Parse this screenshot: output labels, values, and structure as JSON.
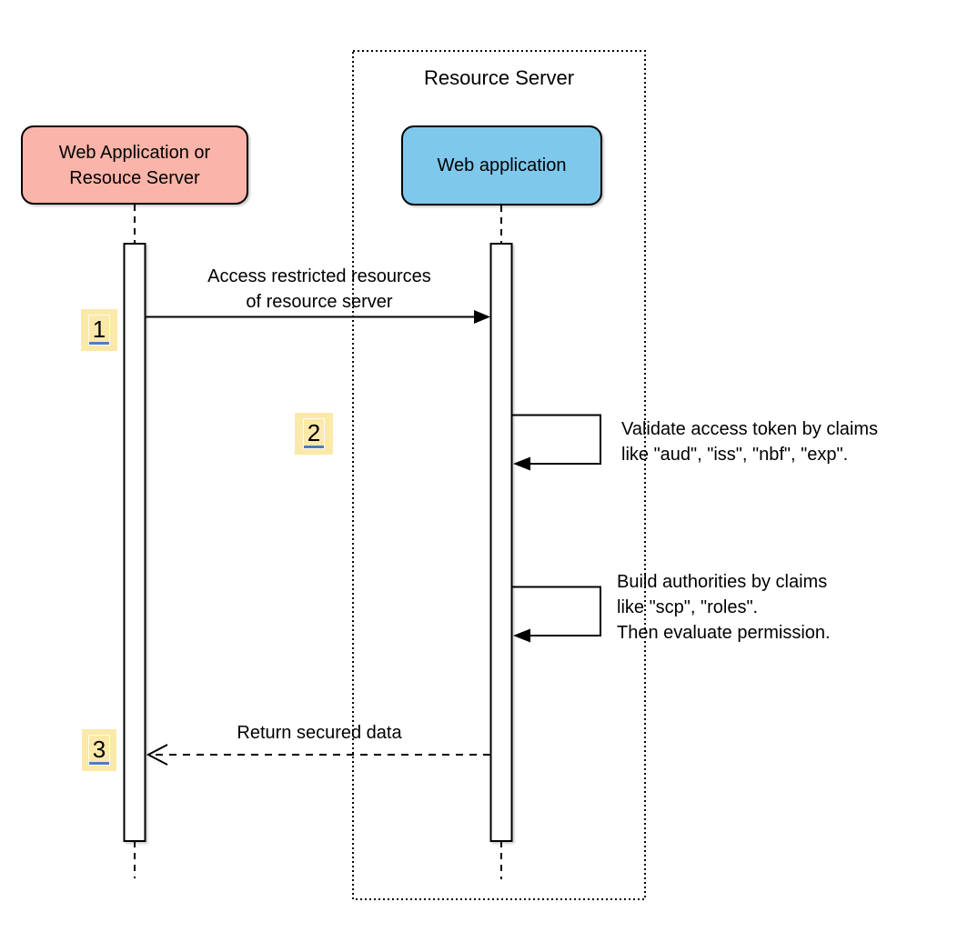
{
  "boundary": {
    "label": "Resource Server"
  },
  "actors": {
    "client": {
      "label": "Web Application or\nResouce Server",
      "fill": "#FAB4A9"
    },
    "server": {
      "label": "Web application",
      "fill": "#7EC8EC"
    }
  },
  "messages": {
    "m1": {
      "badge": "1",
      "label": "Access restricted resources\nof resource server",
      "style": "solid-arrow-right"
    },
    "m2": {
      "badge": "2",
      "label": "Validate access token by claims\nlike \"aud\", \"iss\", \"nbf\", \"exp\".",
      "style": "self-call"
    },
    "m3": {
      "label": "Build authorities by claims\nlike \"scp\", \"roles\".\nThen evaluate permission.",
      "style": "self-call"
    },
    "m4": {
      "badge": "3",
      "label": "Return secured data",
      "style": "dashed-return-left"
    }
  },
  "colors": {
    "client_fill": "#FAB4A9",
    "server_fill": "#7EC8EC",
    "badge_fill": "#FBE9A9",
    "badge_underline": "#4D7EBF",
    "stroke": "#000000",
    "background": "#FFFFFF"
  }
}
